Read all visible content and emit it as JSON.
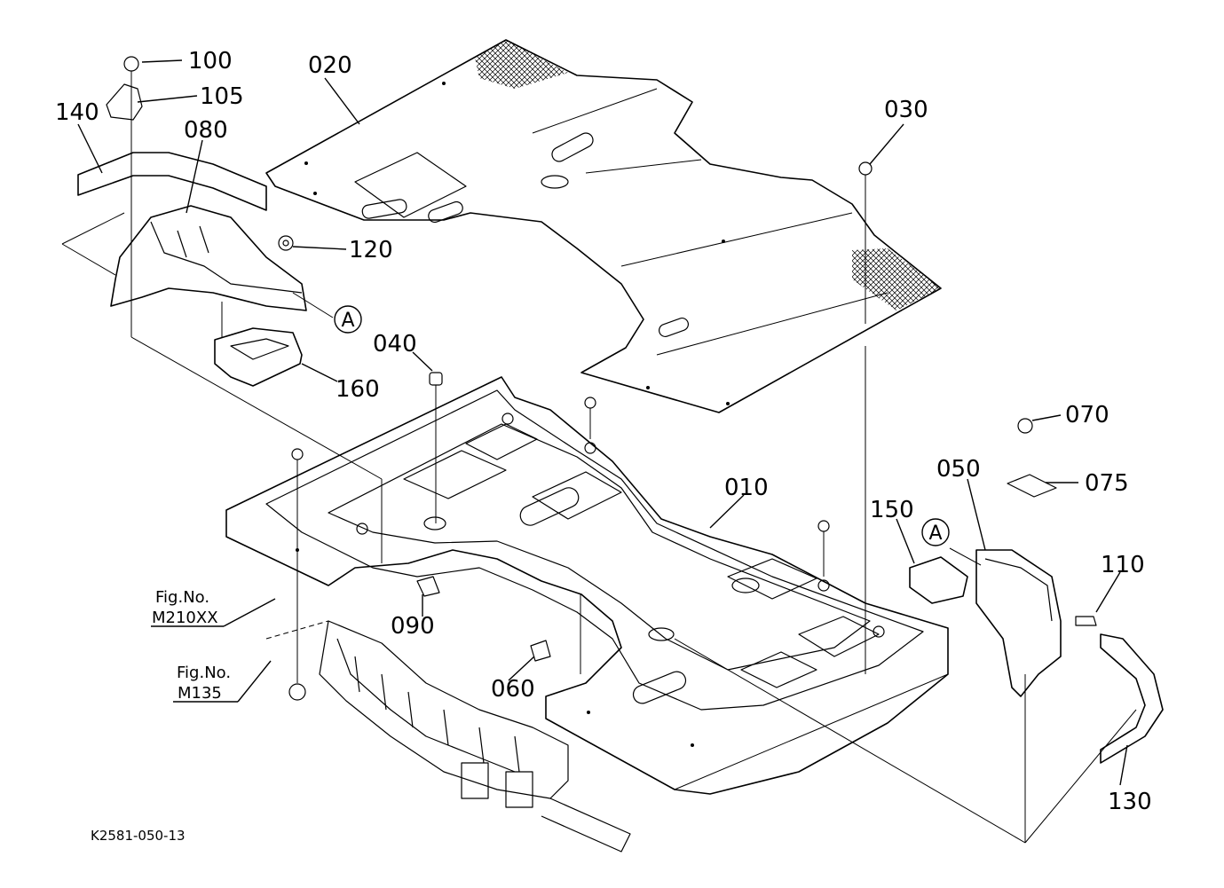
{
  "drawing_code": "K2581-050-13",
  "parts": [
    {
      "ref": "010"
    },
    {
      "ref": "020"
    },
    {
      "ref": "030"
    },
    {
      "ref": "040"
    },
    {
      "ref": "050"
    },
    {
      "ref": "060"
    },
    {
      "ref": "070"
    },
    {
      "ref": "075"
    },
    {
      "ref": "080"
    },
    {
      "ref": "090"
    },
    {
      "ref": "100"
    },
    {
      "ref": "105"
    },
    {
      "ref": "110"
    },
    {
      "ref": "120"
    },
    {
      "ref": "130"
    },
    {
      "ref": "140"
    },
    {
      "ref": "150"
    },
    {
      "ref": "160"
    }
  ],
  "markers": [
    {
      "letter": "A"
    },
    {
      "letter": "A"
    }
  ],
  "figure_refs": [
    {
      "label": "Fig.No.",
      "number": "M210XX"
    },
    {
      "label": "Fig.No.",
      "number": "M135"
    }
  ]
}
